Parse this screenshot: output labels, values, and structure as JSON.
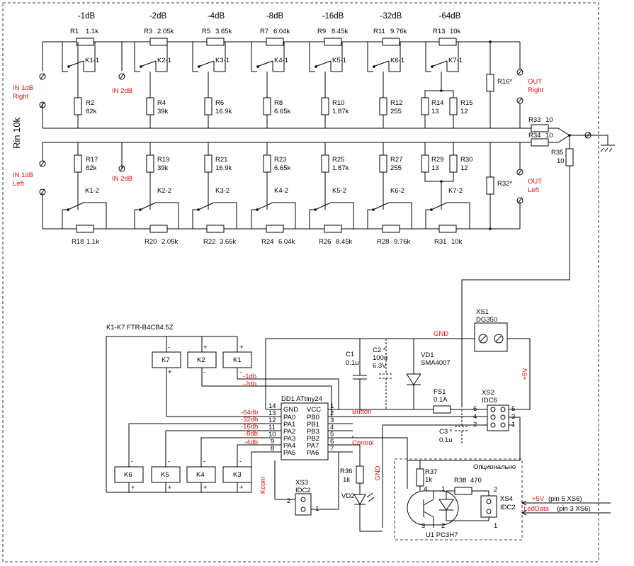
{
  "rin_label": "Rin 10k",
  "attenuation_headers": [
    "-1dB",
    "-2dB",
    "-4dB",
    "-8dB",
    "-16dB",
    "-32dB",
    "-64dB"
  ],
  "input_labels": {
    "in_1db_right": [
      "IN 1dB",
      "Right"
    ],
    "in_2db_top": "IN 2dB",
    "in_1db_left": [
      "IN 1dB",
      "Left"
    ],
    "in_2db_bottom": "IN 2dB"
  },
  "output_labels": {
    "out_right": [
      "OUT",
      "Right"
    ],
    "out_left": [
      "OUT",
      "Left"
    ]
  },
  "series_resistors_right": [
    {
      "name": "R1",
      "value": "1.1k"
    },
    {
      "name": "R3",
      "value": "2.05k"
    },
    {
      "name": "R5",
      "value": "3.65k"
    },
    {
      "name": "R7",
      "value": "6.04k"
    },
    {
      "name": "R9",
      "value": "8.45k"
    },
    {
      "name": "R11",
      "value": "9.76k"
    },
    {
      "name": "R13",
      "value": "10k"
    }
  ],
  "relays_right": [
    "K1-1",
    "K2-1",
    "K3-1",
    "K4-1",
    "K5-1",
    "K6-1",
    "K7-1"
  ],
  "shunt_resistors_right": [
    {
      "name": "R2",
      "value": "82k"
    },
    {
      "name": "R4",
      "value": "39k"
    },
    {
      "name": "R6",
      "value": "16.9k"
    },
    {
      "name": "R8",
      "value": "6.65k"
    },
    {
      "name": "R10",
      "value": "1.87k"
    },
    {
      "name": "R12",
      "value": "255"
    },
    {
      "name": "R14",
      "value": "13"
    },
    {
      "name": "R15",
      "value": "12"
    }
  ],
  "shunt_resistors_left": [
    {
      "name": "R17",
      "value": "82k"
    },
    {
      "name": "R19",
      "value": "39k"
    },
    {
      "name": "R21",
      "value": "16.9k"
    },
    {
      "name": "R23",
      "value": "6.65k"
    },
    {
      "name": "R25",
      "value": "1.87k"
    },
    {
      "name": "R27",
      "value": "255"
    },
    {
      "name": "R29",
      "value": "13"
    },
    {
      "name": "R30",
      "value": "12"
    }
  ],
  "relays_left": [
    "K1-2",
    "K2-2",
    "K3-2",
    "K4-2",
    "K5-2",
    "K6-2",
    "K7-2"
  ],
  "series_resistors_left": [
    {
      "name": "R18",
      "value": "1.1k"
    },
    {
      "name": "R20",
      "value": "2.05k"
    },
    {
      "name": "R22",
      "value": "3.65k"
    },
    {
      "name": "R24",
      "value": "6.04k"
    },
    {
      "name": "R26",
      "value": "8.45k"
    },
    {
      "name": "R28",
      "value": "9.76k"
    },
    {
      "name": "R31",
      "value": "10k"
    }
  ],
  "output_resistors": {
    "r16": "R16*",
    "r32": "R32*",
    "r33": {
      "name": "R33",
      "value": "10"
    },
    "r34": {
      "name": "R34",
      "value": "10"
    },
    "r35": {
      "name": "R35",
      "value": "10"
    }
  },
  "relay_type_label": "K1-K7  FTR-B4CB4.5Z",
  "relay_coils_top": [
    "K7",
    "K2",
    "K1"
  ],
  "relay_coils_bottom": [
    "K6",
    "K5",
    "K4",
    "K3"
  ],
  "pin_signs": {
    "plus": "+",
    "minus": "-"
  },
  "mcu": {
    "name": "DD1  ATtiny24",
    "left_pins": [
      {
        "num": "14",
        "name": "GND",
        "net": "-64db"
      },
      {
        "num": "13",
        "name": "PA0",
        "net": "-32db"
      },
      {
        "num": "12",
        "name": "PA1",
        "net": "-16db"
      },
      {
        "num": "11",
        "name": "PA2",
        "net": "-8db"
      },
      {
        "num": "10",
        "name": "PA3",
        "net": "-4db"
      },
      {
        "num": "9",
        "name": "PA4",
        "net": ""
      },
      {
        "num": "8",
        "name": "PA5",
        "net": ""
      }
    ],
    "right_pins": [
      {
        "num": "1",
        "name": "VCC"
      },
      {
        "num": "2",
        "name": "PB0"
      },
      {
        "num": "3",
        "name": "PB1"
      },
      {
        "num": "4",
        "name": "PB3"
      },
      {
        "num": "5",
        "name": "PB2"
      },
      {
        "num": "6",
        "name": "PA7"
      },
      {
        "num": "7",
        "name": "PA6"
      }
    ]
  },
  "nets": {
    "n1db": "-1db",
    "n2db": "-2db",
    "gnd": "GND",
    "gnd_vertical": "GND",
    "vplus": "+5V",
    "button": "Button",
    "control": "Control",
    "kcom": "Kcom"
  },
  "components": {
    "xs1": {
      "name": "XS1",
      "type": "DG350"
    },
    "c1": {
      "name": "C1",
      "value": "0.1u"
    },
    "c2": {
      "name": "C2 *",
      "value": "100u",
      "voltage": "6.3V"
    },
    "vd1": {
      "name": "VD1",
      "type": "SMA4007"
    },
    "fs1": {
      "name": "FS1",
      "value": "0.1A"
    },
    "xs2": {
      "name": "XS2",
      "type": "IDC6",
      "pins_left": [
        "6",
        "4",
        "2"
      ],
      "pins_right": [
        "5",
        "3",
        "1"
      ]
    },
    "c3": {
      "name": "C3 *",
      "value": "0.1u"
    },
    "r36": {
      "name": "R36",
      "value": "1k"
    },
    "vd2": {
      "name": "VD2"
    },
    "xs3": {
      "name": "XS3",
      "type": "IDC2",
      "pin_left": "2",
      "pin_right": "1"
    },
    "r37": {
      "name": "R37",
      "value": "1k"
    },
    "r38": {
      "name": "R38",
      "value": "470"
    },
    "u1": {
      "name": "U1  PC3H7",
      "pins": [
        "4",
        "1",
        "2",
        "3"
      ]
    },
    "xs4": {
      "name": "XS4",
      "type": "IDC2",
      "pin_top": "2",
      "pin_bottom": "1"
    }
  },
  "optional_box": {
    "title": "Опционально",
    "vplus_note": {
      "signal": "+5V",
      "pin": "(pin 5 XS6)"
    },
    "leddata_note": {
      "signal": "LedData",
      "pin": "(pin 3 XS6)"
    }
  }
}
